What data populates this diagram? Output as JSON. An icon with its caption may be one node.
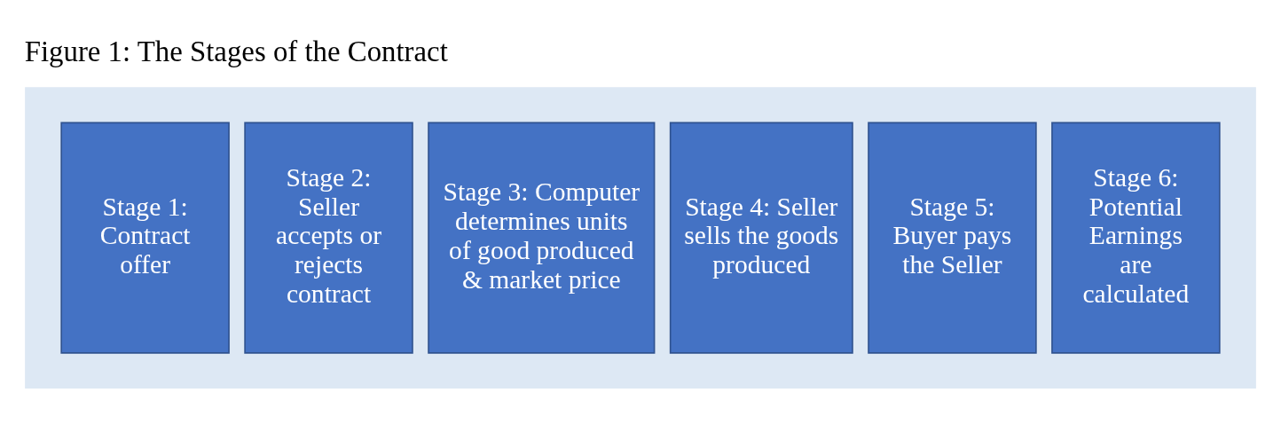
{
  "diagram": {
    "title": "Figure 1: The Stages of the Contract",
    "nodes": [
      {
        "text": [],
        "shape": "arrow"
      },
      {
        "text": [
          "Stage 1: Contract offer"
        ],
        "in": 0
      },
      {
        "text": [
          "Stage 2: Seller accepts or rejects contract"
        ],
        "in": 0
      },
      {
        "text": [
          "Stage 3: Computer determines units of good produced & market price"
        ],
        "in": 0
      },
      {
        "text": [
          "Stage 4: Seller sells the goods produced"
        ],
        "in": 0
      },
      {
        "text": [
          "Stage 5: Buyer pays the Seller"
        ],
        "in": 0
      },
      {
        "text": [
          "Stage 6: Potential Earnings are calculated"
        ],
        "in": 0
      }
    ],
    "edges": []
  }
}
